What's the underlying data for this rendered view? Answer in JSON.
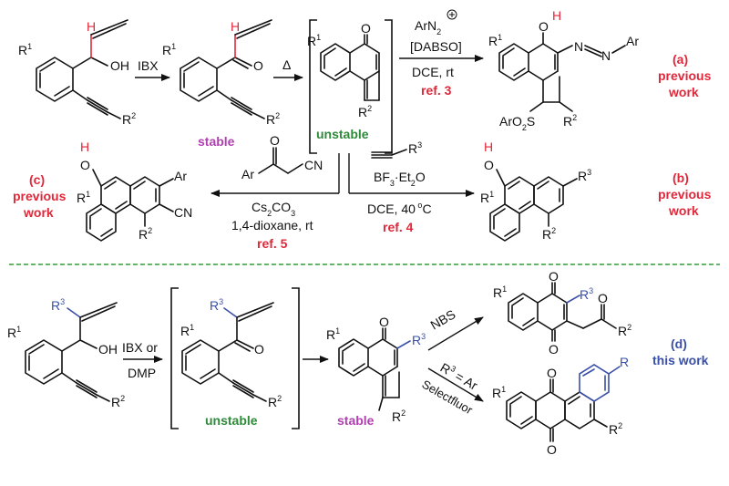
{
  "colors": {
    "red": "#e0283a",
    "purple": "#b040b0",
    "green": "#2f8a3a",
    "blue": "#3a4fa8",
    "divider": "#3a9a3a"
  },
  "top": {
    "reagent_ibx": "IBX",
    "heat": "Δ",
    "stable": "stable",
    "unstable": "unstable",
    "aryl_diazonium": "ArN",
    "dabso": "[DABSO]",
    "cond_a": "DCE, rt",
    "ref_a": "ref. 3",
    "label_a1": "(a)",
    "label_a2": "previous",
    "label_a3": "work",
    "alkyne_r3": "R",
    "bf3": "BF",
    "cond_b": "DCE, 40",
    "ref_b": "ref. 4",
    "label_b1": "(b)",
    "label_b2": "previous",
    "label_b3": "work",
    "ketonitrile_ar": "Ar",
    "ketonitrile_cn": "CN",
    "base_c": "Cs",
    "cond_c": "1,4-dioxane, rt",
    "ref_c": "ref. 5",
    "label_c1": "(c)",
    "label_c2": "previous",
    "label_c3": "work"
  },
  "bottom": {
    "reagent": "IBX or",
    "reagent2": "DMP",
    "unstable": "unstable",
    "stable": "stable",
    "nbs": "NBS",
    "r3ar": "R",
    "selectfluor": "Selectfluor",
    "label_d1": "(d)",
    "label_d2": "this work"
  },
  "atoms": {
    "R": "R",
    "OH": "OH",
    "O": "O",
    "H": "H",
    "N": "N",
    "Ar": "Ar",
    "CN": "CN",
    "one": "1",
    "two": "2",
    "three": "3",
    "sulfonyl": "ArO"
  }
}
